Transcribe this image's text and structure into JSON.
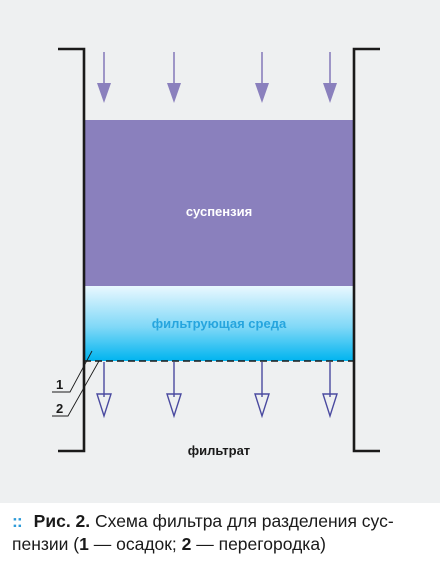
{
  "diagram": {
    "labels": {
      "suspension": "суспензия",
      "filter_medium": "фильтрующая среда",
      "filtrate": "фильтрат",
      "callout_1": "1",
      "callout_2": "2"
    },
    "colors": {
      "suspension_fill": "#8a80bd",
      "arrow_in": "#8a80bd",
      "medium_top": "#e8f7ff",
      "medium_bottom": "#00b4ef",
      "medium_text": "#29a8e0",
      "outline": "#1a1a1a",
      "arrow_out": "#4a4aa0"
    },
    "inflow_arrows": 4,
    "outflow_arrows": 4
  },
  "caption": {
    "bullet": "::",
    "prefix": "Рис. 2.",
    "text_1": " Схема фильтра для разделения сус-",
    "text_2": "пензии (",
    "num_1": "1",
    "text_3": " — осадок; ",
    "num_2": "2",
    "text_4": " — перегородка)"
  }
}
